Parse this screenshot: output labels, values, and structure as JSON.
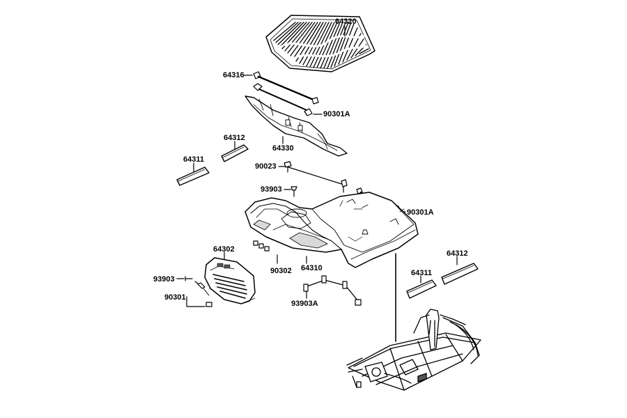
{
  "colors": {
    "ink": "#000000",
    "fill": "#ffffff",
    "shade": "#d9d9d9",
    "dark": "#555555"
  },
  "parts": {
    "p64320": "64320",
    "p64316": "64316",
    "p90301A_top": "90301A",
    "p64330": "64330",
    "p64312_left": "64312",
    "p64311_left": "64311",
    "p90023": "90023",
    "p93903_mid": "93903",
    "p90301A_right": "90301A",
    "p64302": "64302",
    "p90302": "90302",
    "p64310": "64310",
    "p93903_left": "93903",
    "p90301": "90301",
    "p93903A": "93903A",
    "p64311_right": "64311",
    "p64312_right": "64312"
  }
}
